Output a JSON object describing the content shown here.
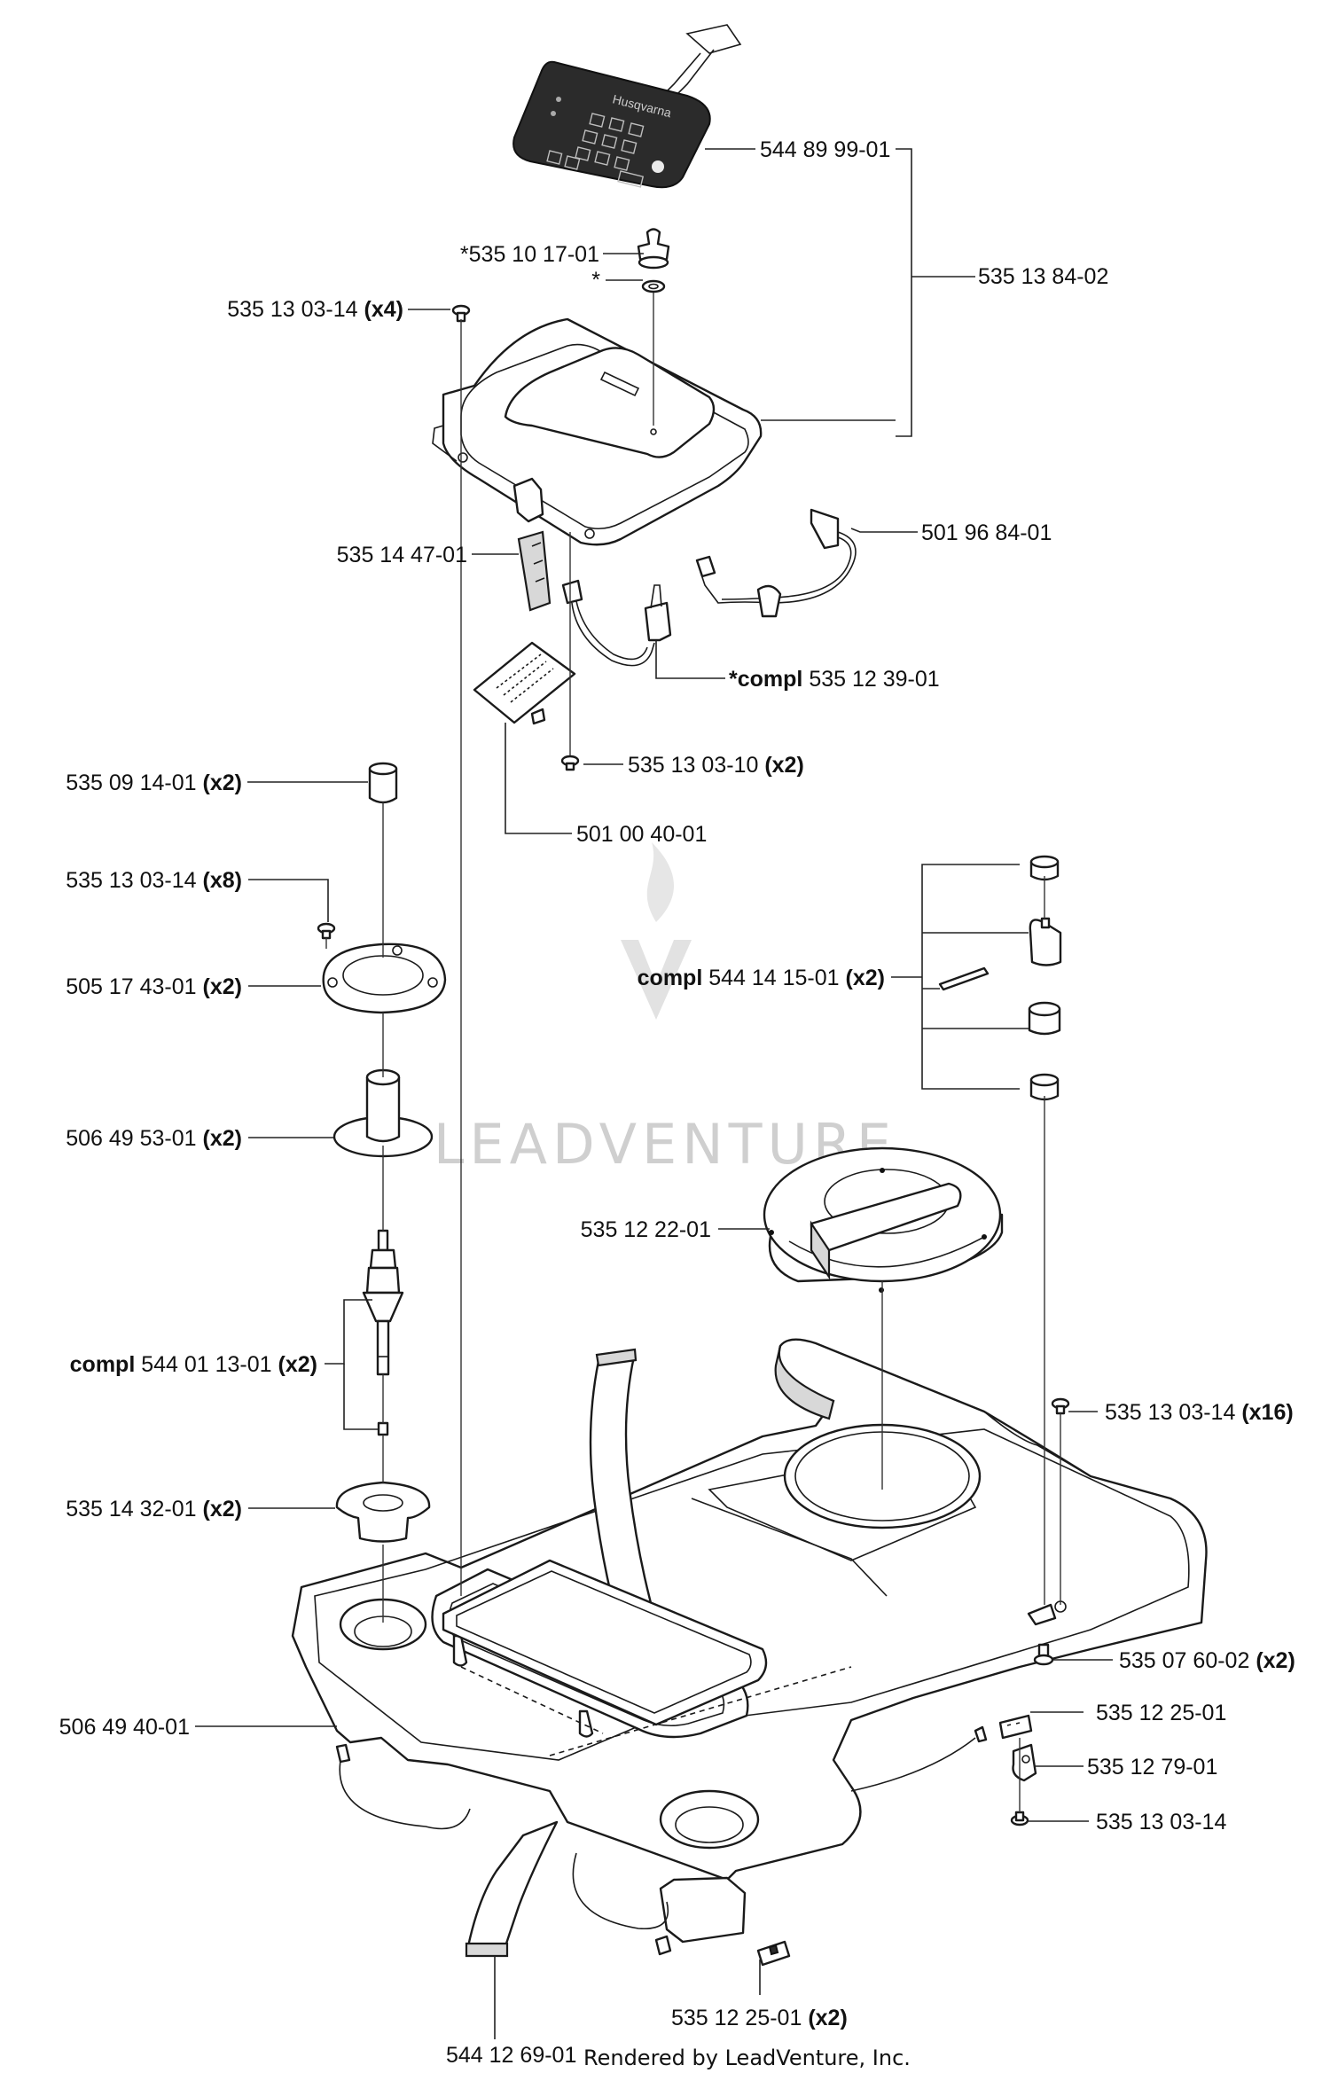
{
  "watermark": "LEADVENTURE",
  "footer": "Rendered by LeadVenture, Inc.",
  "keypad_brand": "Husqvarna",
  "labels": {
    "l01": {
      "num": "544 89 99-01",
      "prefix": "",
      "qty": ""
    },
    "l02": {
      "num": "*535 10 17-01",
      "prefix": "",
      "qty": ""
    },
    "l03": {
      "num": "*",
      "prefix": "",
      "qty": ""
    },
    "l04": {
      "num": "535 13 84-02",
      "prefix": "",
      "qty": ""
    },
    "l05": {
      "num": "535 13 03-14",
      "prefix": "",
      "qty": "(x4)"
    },
    "l06": {
      "num": "501 96 84-01",
      "prefix": "",
      "qty": ""
    },
    "l07": {
      "num": "535 14 47-01",
      "prefix": "",
      "qty": ""
    },
    "l08": {
      "num": "535 12 39-01",
      "prefix": "*compl",
      "qty": ""
    },
    "l09": {
      "num": "535 13 03-10",
      "prefix": "",
      "qty": "(x2)"
    },
    "l10": {
      "num": "535 09 14-01",
      "prefix": "",
      "qty": "(x2)"
    },
    "l11": {
      "num": "501 00 40-01",
      "prefix": "",
      "qty": ""
    },
    "l12": {
      "num": "535 13 03-14",
      "prefix": "",
      "qty": "(x8)"
    },
    "l13": {
      "num": "505 17 43-01",
      "prefix": "",
      "qty": "(x2)"
    },
    "l14": {
      "num": "544 14 15-01",
      "prefix": "compl",
      "qty": "(x2)"
    },
    "l15": {
      "num": "506 49 53-01",
      "prefix": "",
      "qty": "(x2)"
    },
    "l16": {
      "num": "535 12 22-01",
      "prefix": "",
      "qty": ""
    },
    "l17": {
      "num": "544 01 13-01",
      "prefix": "compl",
      "qty": "(x2)"
    },
    "l18": {
      "num": "535 13 03-14",
      "prefix": "",
      "qty": "(x16)"
    },
    "l19": {
      "num": "535 14 32-01",
      "prefix": "",
      "qty": "(x2)"
    },
    "l20": {
      "num": "535 07 60-02",
      "prefix": "",
      "qty": "(x2)"
    },
    "l21": {
      "num": "506 49 40-01",
      "prefix": "",
      "qty": ""
    },
    "l22": {
      "num": "535 12 25-01",
      "prefix": "",
      "qty": ""
    },
    "l23": {
      "num": "535 12 79-01",
      "prefix": "",
      "qty": ""
    },
    "l24": {
      "num": "535 13 03-14",
      "prefix": "",
      "qty": ""
    },
    "l25": {
      "num": "535 12 25-01",
      "prefix": "",
      "qty": "(x2)"
    },
    "l26": {
      "num": "544 12 69-01",
      "prefix": "",
      "qty": ""
    }
  }
}
